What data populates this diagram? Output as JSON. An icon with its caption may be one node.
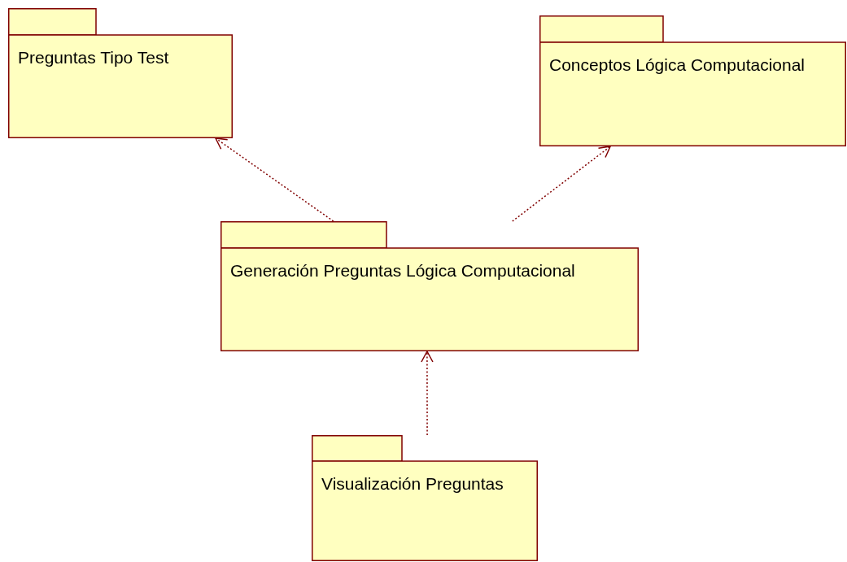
{
  "diagram": {
    "nodes": [
      {
        "text": [
          "Preguntas Tipo Test"
        ]
      },
      {
        "text": [
          "Conceptos Lógica Computacional"
        ]
      },
      {
        "text": [
          "Generación Preguntas Lógica Computacional"
        ]
      },
      {
        "text": [
          "Visualización Preguntas"
        ]
      }
    ],
    "edges": [
      {
        "from": 2,
        "to": 0,
        "arrow": "to"
      },
      {
        "from": 2,
        "to": 1,
        "arrow": "to"
      },
      {
        "from": 3,
        "to": 2,
        "arrow": "to"
      }
    ]
  }
}
